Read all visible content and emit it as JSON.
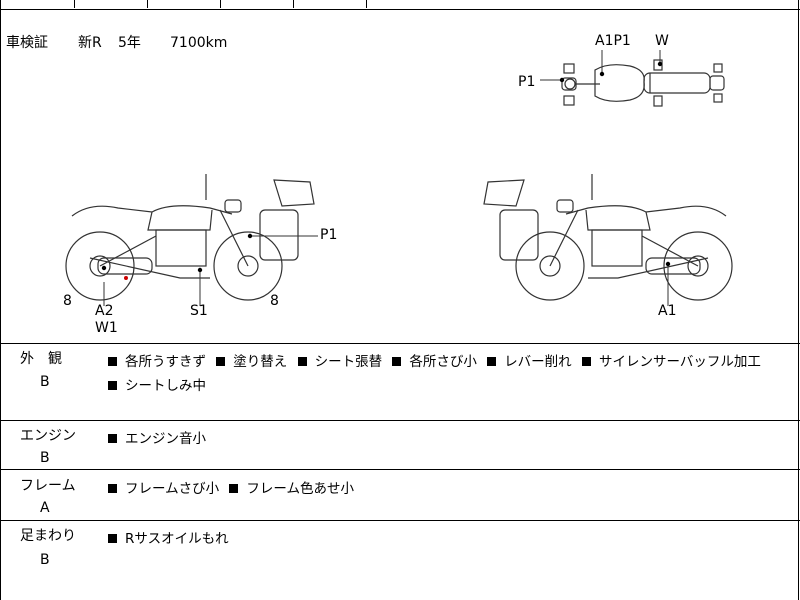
{
  "header": {
    "inspection_label": "車検証",
    "status": "新R",
    "years": "5年",
    "mileage": "7100km"
  },
  "diagram": {
    "top_labels": [
      "A1P1",
      "W",
      "P1"
    ],
    "left_labels": [
      "P1",
      "8",
      "A2",
      "W1",
      "S1",
      "8"
    ],
    "right_labels": [
      "A1"
    ]
  },
  "sections": [
    {
      "title": "外　観",
      "grade": "B",
      "lines": [
        [
          "各所うすきず",
          "塗り替え",
          "シート張替",
          "各所さび小",
          "レバー削れ",
          "サイレンサーバッフル加工"
        ],
        [
          "シートしみ中"
        ]
      ]
    },
    {
      "title": "エンジン",
      "grade": "B",
      "lines": [
        [
          "エンジン音小"
        ]
      ]
    },
    {
      "title": "フレーム",
      "grade": "A",
      "lines": [
        [
          "フレームさび小",
          "フレーム色あせ小"
        ]
      ]
    },
    {
      "title": "足まわり",
      "grade": "B",
      "lines": [
        [
          "Rサスオイルもれ"
        ]
      ]
    }
  ]
}
